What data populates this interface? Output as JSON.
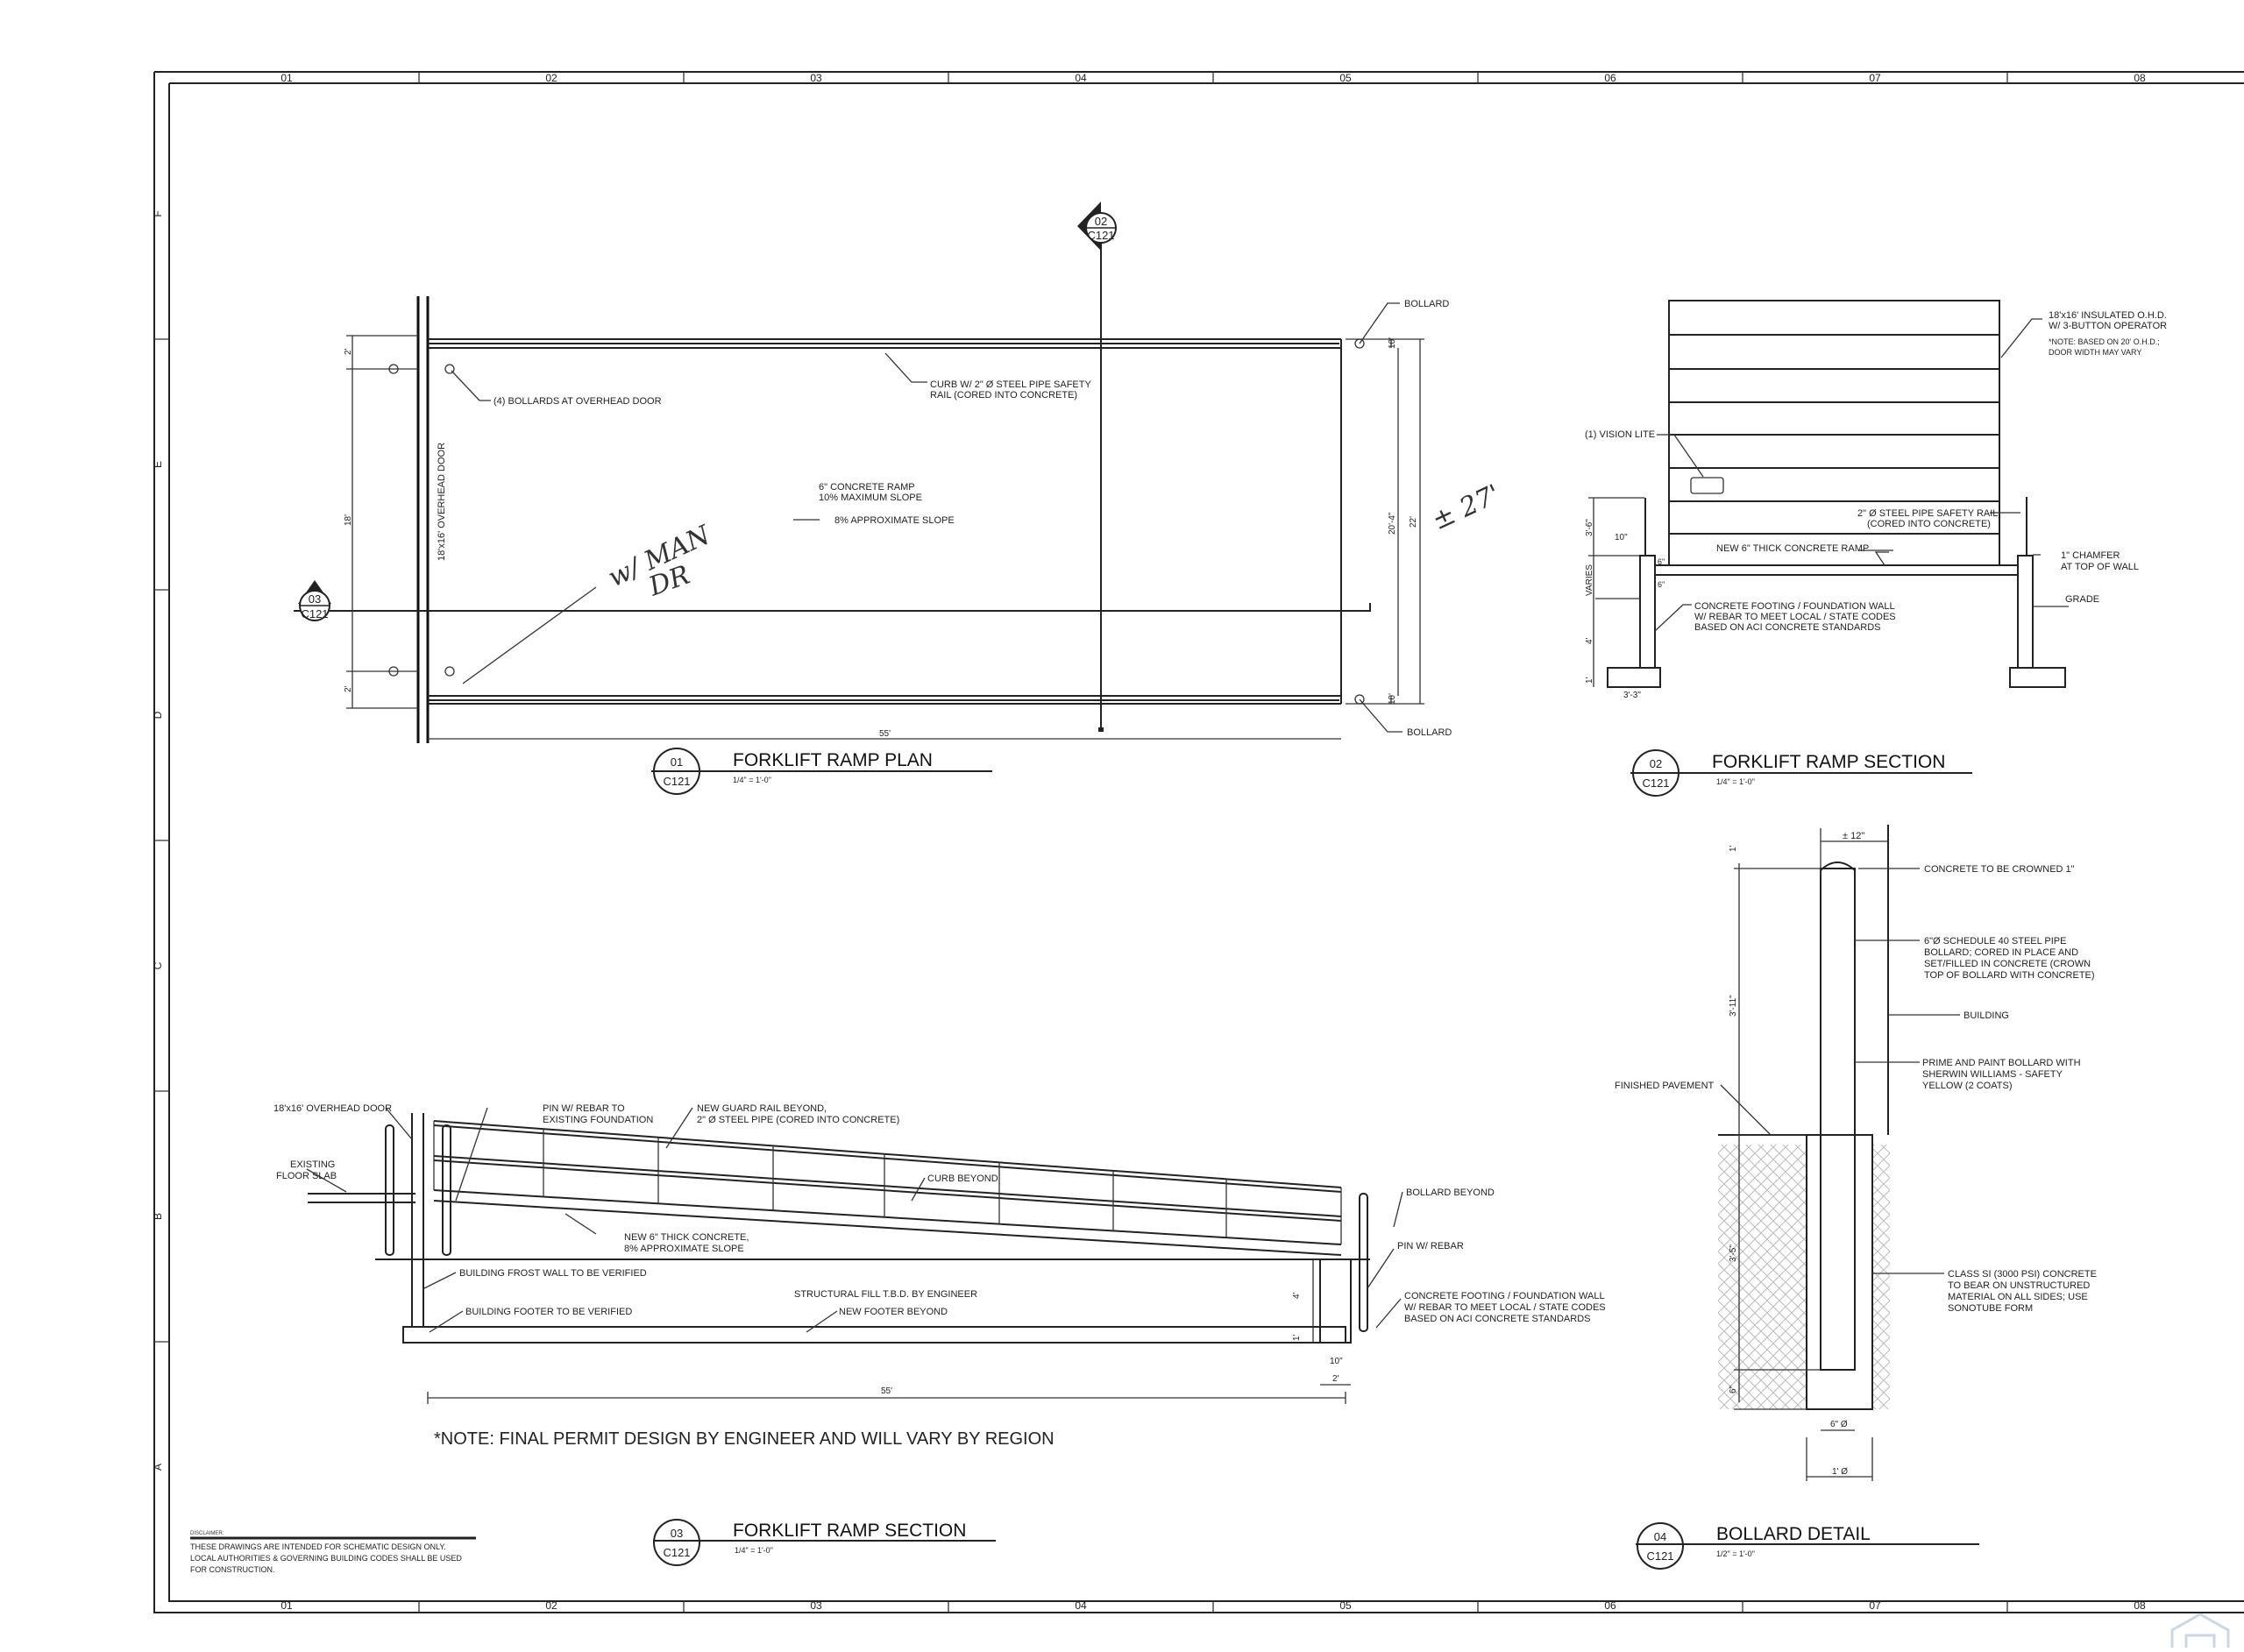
{
  "sheet": {
    "columns": [
      "01",
      "02",
      "03",
      "04",
      "05",
      "06",
      "07",
      "08"
    ],
    "rows": [
      "F",
      "E",
      "D",
      "C",
      "B",
      "A"
    ]
  },
  "plan_01": {
    "number": "01",
    "sheet_ref": "C121",
    "title": "FORKLIFT RAMP PLAN",
    "scale": "1/4\" = 1'-0\"",
    "labels": {
      "bollards_door": "(4) BOLLARDS AT OVERHEAD DOOR",
      "curb": [
        "CURB W/ 2\" Ø STEEL PIPE SAFETY",
        "RAIL (CORED INTO CONCRETE)"
      ],
      "ramp": [
        "6\" CONCRETE RAMP",
        "10% MAXIMUM SLOPE"
      ],
      "slope": "8% APPROXIMATE SLOPE",
      "bollard_top": "BOLLARD",
      "bollard_bottom": "BOLLARD",
      "door": "18'x16' OVERHEAD DOOR"
    },
    "dims": {
      "length": "55'",
      "inner_width": "20'-4\"",
      "outer_width": "22'",
      "door_width": "18'",
      "side_top": "2'",
      "side_bottom": "2'",
      "curb_top": "10'",
      "curb_bottom": "10'"
    },
    "handwritten": {
      "note": [
        "w/ MAN",
        "DR"
      ],
      "width": "± 27'"
    },
    "cut_markers": [
      {
        "number": "03",
        "sheet_ref": "C121"
      },
      {
        "number": "02",
        "sheet_ref": "C121"
      }
    ]
  },
  "section_02": {
    "number": "02",
    "sheet_ref": "C121",
    "title": "FORKLIFT RAMP SECTION",
    "scale": "1/4\" = 1'-0\"",
    "labels": {
      "door": [
        "18'x16' INSULATED O.H.D.",
        "W/ 3-BUTTON OPERATOR"
      ],
      "door_note": [
        "*NOTE: BASED ON 20' O.H.D.;",
        "DOOR WIDTH MAY VARY"
      ],
      "vision_lite": "(1) VISION LITE",
      "rail": [
        "2\" Ø STEEL PIPE SAFETY RAIL",
        "(CORED INTO CONCRETE)"
      ],
      "ramp": "NEW 6\" THICK CONCRETE RAMP",
      "chamfer": [
        "1\" CHAMFER",
        "AT TOP OF WALL"
      ],
      "grade": "GRADE",
      "footing": [
        "CONCRETE FOOTING / FOUNDATION WALL",
        "W/ REBAR TO MEET LOCAL / STATE CODES",
        "BASED ON ACI CONCRETE STANDARDS"
      ]
    },
    "dims": {
      "rail_height": "3'-6\"",
      "wall": "10\"",
      "varies": "VARIES",
      "depth": "4'",
      "footing_h": "1'",
      "footing_w": "3'-3\"",
      "slab_a": "6\"",
      "slab_b": "6\""
    }
  },
  "section_03": {
    "number": "03",
    "sheet_ref": "C121",
    "title": "FORKLIFT RAMP SECTION",
    "scale": "1/4\" = 1'-0\"",
    "labels": {
      "door": "18'x16' OVERHEAD DOOR",
      "pin_existing": [
        "PIN W/ REBAR TO",
        "EXISTING FOUNDATION"
      ],
      "guard_rail": [
        "NEW GUARD RAIL BEYOND,",
        "2\" Ø STEEL PIPE (CORED INTO CONCRETE)"
      ],
      "floor_slab": [
        "EXISTING",
        "FLOOR SLAB"
      ],
      "curb": "CURB BEYOND",
      "bollard": "BOLLARD BEYOND",
      "concrete": [
        "NEW 6\" THICK CONCRETE,",
        "8% APPROXIMATE SLOPE"
      ],
      "pin": "PIN W/ REBAR",
      "frost_wall": "BUILDING FROST WALL TO BE VERIFIED",
      "fill": "STRUCTURAL FILL T.B.D. BY ENGINEER",
      "footing": [
        "CONCRETE FOOTING / FOUNDATION WALL",
        "W/ REBAR TO MEET LOCAL / STATE CODES",
        "BASED ON ACI CONCRETE STANDARDS"
      ],
      "footer": "BUILDING FOOTER TO BE VERIFIED",
      "new_footer": "NEW FOOTER BEYOND"
    },
    "dims": {
      "length": "55'",
      "wall_h": "4'",
      "footing_h": "1'",
      "wall_w": "10\"",
      "footing_w": "2'"
    }
  },
  "bollard_04": {
    "number": "04",
    "sheet_ref": "C121",
    "title": "BOLLARD DETAIL",
    "scale": "1/2\" = 1'-0\"",
    "labels": {
      "crown": "CONCRETE TO BE CROWNED 1\"",
      "pipe": [
        "6\"Ø SCHEDULE 40 STEEL PIPE",
        "BOLLARD; CORED IN PLACE AND",
        "SET/FILLED IN CONCRETE (CROWN",
        "TOP OF BOLLARD WITH CONCRETE)"
      ],
      "building": "BUILDING",
      "paint": [
        "PRIME AND PAINT BOLLARD WITH",
        "SHERWIN WILLIAMS - SAFETY",
        "YELLOW (2 COATS)"
      ],
      "pavement": "FINISHED PAVEMENT",
      "concrete": [
        "CLASS SI (3000 PSI) CONCRETE",
        "TO BEAR ON UNSTRUCTURED",
        "MATERIAL ON ALL SIDES; USE",
        "SONOTUBE FORM"
      ]
    },
    "dims": {
      "offset": "± 12\"",
      "crown": "1'",
      "above": "3'-11\"",
      "below": "3'-5\"",
      "base": "6\"",
      "pipe_dia": "6\" Ø",
      "hole_dia": "1' Ø"
    }
  },
  "general_note": "*NOTE: FINAL PERMIT DESIGN BY ENGINEER AND WILL VARY BY REGION",
  "disclaimer": {
    "heading": "DISCLAIMER:",
    "lines": [
      "THESE DRAWINGS ARE INTENDED FOR SCHEMATIC DESIGN ONLY.",
      "LOCAL AUTHORITIES & GOVERNING BUILDING CODES SHALL BE USED",
      "FOR CONSTRUCTION."
    ]
  }
}
